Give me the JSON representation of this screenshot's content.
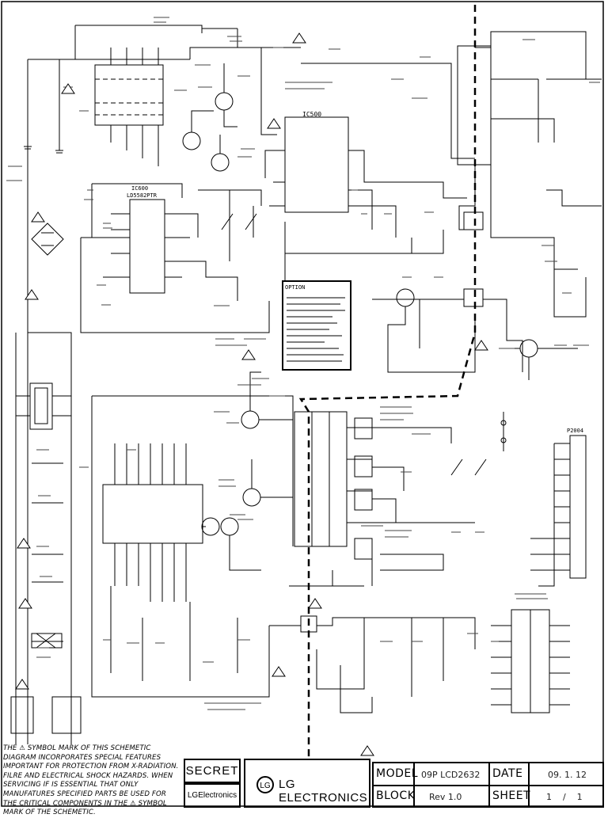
{
  "diagram": {
    "ics": {
      "ic500": "IC500",
      "ic600": "IC600",
      "ic600_part": "LD5582PTR"
    },
    "option_box": {
      "title": "OPTION"
    },
    "connector": {
      "label": "P2004"
    }
  },
  "footer": {
    "note": "THE ⚠ SYMBOL MARK OF THIS SCHEMETIC DIAGRAM INCORPORATES SPECIAL FEATURES IMPORTANT FOR PROTECTION FROM X-RADIATION. FILRE AND ELECTRICAL SHOCK HAZARDS. WHEN SERVICING IF IS ESSENTIAL THAT ONLY MANUFATURES SPECIFIED PARTS BE USED FOR THE CRITICAL COMPONENTS IN THE ⚠ SYMBOL MARK OF THE SCHEMETIC.",
    "secret": "SECRET",
    "brand_small": "LGElectronics",
    "brand_logo": "LG",
    "brand_big": "LG ELECTRONICS",
    "model_label": "MODEL",
    "model_value": "09P LCD2632",
    "date_label": "DATE",
    "date_value": "09. 1. 12",
    "block_label": "BLOCK",
    "block_value": "Rev 1.0",
    "sheet_label": "SHEET",
    "sheet_value": "1    /    1"
  }
}
